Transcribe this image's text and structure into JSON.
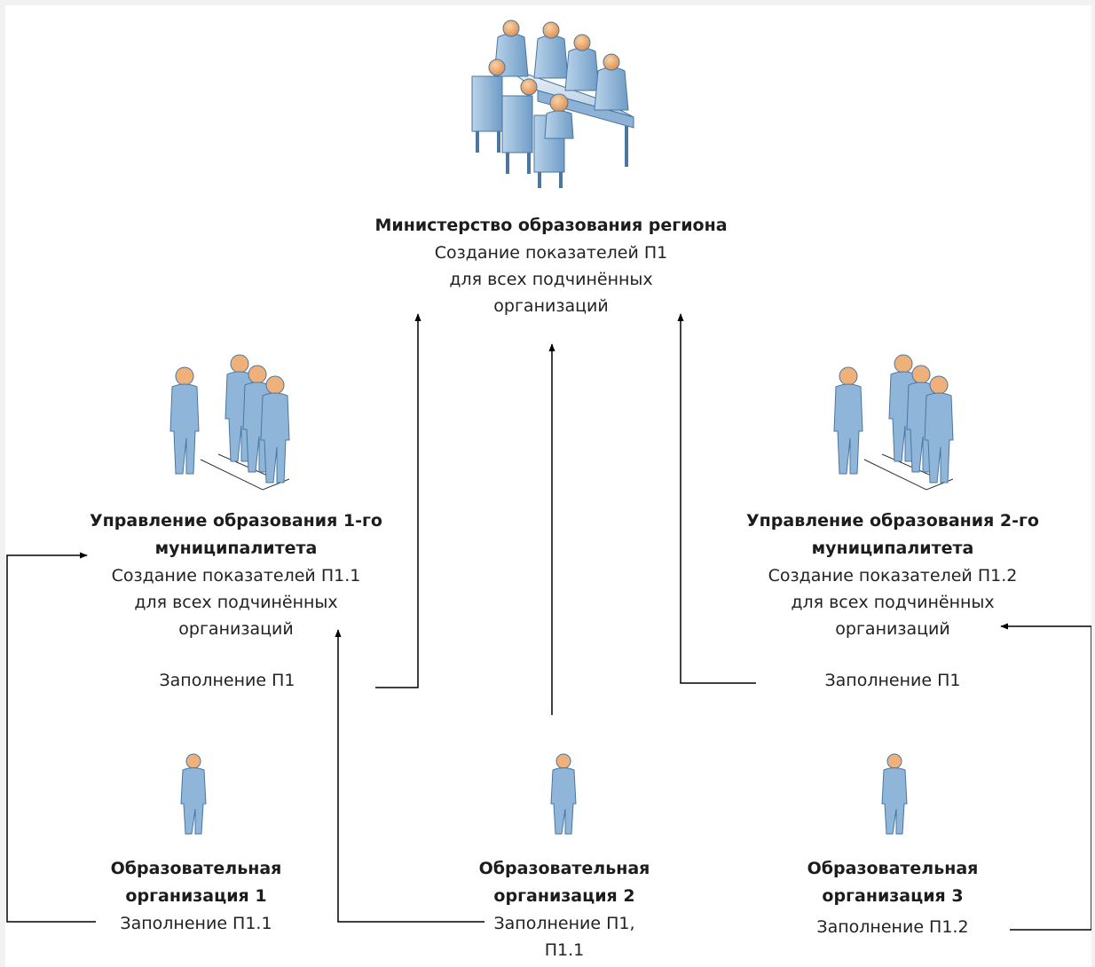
{
  "ministry": {
    "title": "Министерство образования региона",
    "lines": [
      "Создание показателей П1",
      "для всех подчинённых",
      "организаций"
    ]
  },
  "muni1": {
    "title_lines": [
      "Управление образования 1-го",
      "муниципалитета"
    ],
    "lines": [
      "Создание показателей П1.1",
      "для всех подчинённых",
      "организаций"
    ],
    "fill": "Заполнение П1"
  },
  "muni2": {
    "title_lines": [
      "Управление образования 2-го",
      "муниципалитета"
    ],
    "lines": [
      "Создание показателей П1.2",
      "для всех подчинённых",
      "организаций"
    ],
    "fill": "Заполнение П1"
  },
  "org1": {
    "title_lines": [
      "Образовательная",
      "организация 1"
    ],
    "fill_lines": [
      "Заполнение П1.1"
    ]
  },
  "org2": {
    "title_lines": [
      "Образовательная",
      "организация 2"
    ],
    "fill_lines": [
      "Заполнение П1,",
      "П1.1"
    ]
  },
  "org3": {
    "title_lines": [
      "Образовательная",
      "организация 3"
    ],
    "fill_lines": [
      "Заполнение П1.2"
    ]
  },
  "colors": {
    "figure_body": "#8fb6d9",
    "figure_head": "#f0b07a",
    "connector": "#000000"
  },
  "icons": {
    "ministry": "meeting-room-icon",
    "muni": "group-users-icon",
    "org": "single-user-icon"
  }
}
